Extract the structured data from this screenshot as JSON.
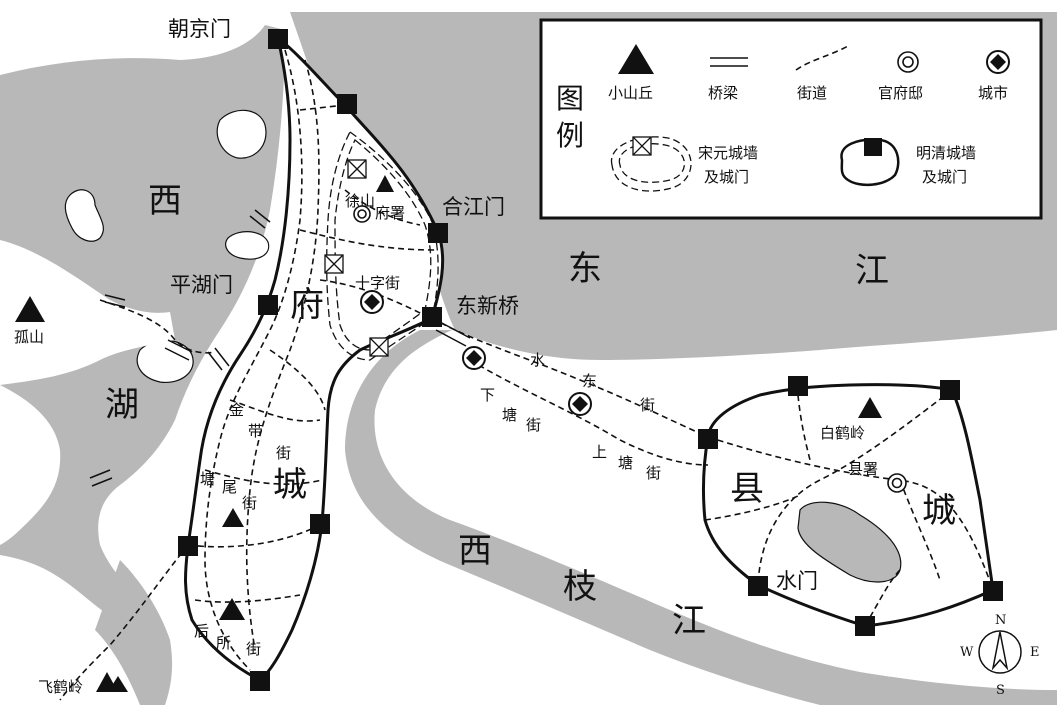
{
  "colors": {
    "water": "#b8b8b8",
    "land": "#ffffff",
    "ink": "#111111"
  },
  "legend": {
    "title_line1": "图",
    "title_line2": "例",
    "items": {
      "hill": "小山丘",
      "bridge": "桥梁",
      "street": "街道",
      "office": "官府邸",
      "city": "城市",
      "song_yuan_wall_1": "宋元城墙",
      "song_yuan_wall_2": "及城门",
      "ming_qing_wall_1": "明清城墙",
      "ming_qing_wall_2": "及城门"
    }
  },
  "regions": {
    "west_lake": [
      "西",
      "湖"
    ],
    "fu_city": [
      "府",
      "城"
    ],
    "xian_city": [
      "县",
      "城"
    ],
    "east_river": [
      "东",
      "江"
    ],
    "west_branch_river": [
      "西",
      "枝",
      "江"
    ]
  },
  "places": {
    "chaojing_gate": "朝京门",
    "hejiang_gate": "合江门",
    "pinghu_gate": "平湖门",
    "dongxin_bridge": "东新桥",
    "xushan": "徐山",
    "fushu": "府署",
    "shizi_street": "十字街",
    "gushan": "孤山",
    "baiheling": "白鹤岭",
    "xianshu": "县署",
    "shuimen": "水门",
    "feigeling": "飞鹤岭"
  },
  "streets": {
    "jindai": [
      "金",
      "带",
      "街"
    ],
    "tangwei": [
      "塘",
      "尾",
      "街"
    ],
    "housuo": [
      "后",
      "所",
      "街"
    ],
    "shuidong": [
      "水",
      "东",
      "街"
    ],
    "xiatang": [
      "下",
      "塘",
      "街"
    ],
    "shangtang": [
      "上",
      "塘",
      "街"
    ]
  },
  "compass": {
    "n": "N",
    "s": "S",
    "e": "E",
    "w": "W"
  }
}
